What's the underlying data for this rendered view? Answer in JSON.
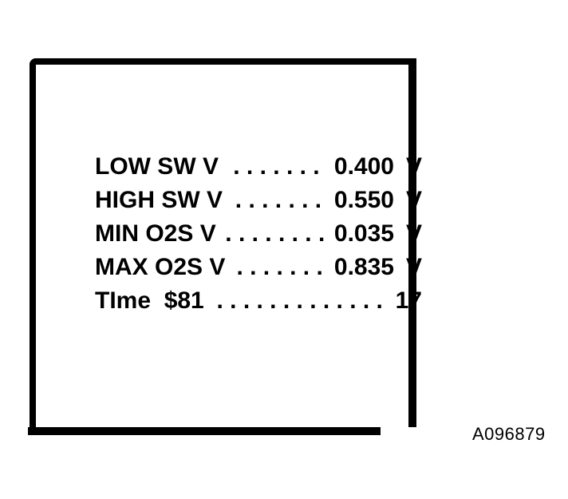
{
  "figure": {
    "code_label": "A096879",
    "colors": {
      "ink": "#000000",
      "background": "#ffffff"
    },
    "display": {
      "rows": [
        {
          "label": "LOW SW V",
          "dots": ". . . . . . .",
          "value": "0.400",
          "unit": "V"
        },
        {
          "label": "HIGH SW V",
          "dots": ". . . . . . .",
          "value": "0.550",
          "unit": "V"
        },
        {
          "label": "MIN O2S V",
          "dots": ". . . . . . . .",
          "value": "0.035",
          "unit": "V"
        },
        {
          "label": "MAX O2S V",
          "dots": ". . . . . . .",
          "value": "0.835",
          "unit": "V"
        },
        {
          "label": "TIme  $81",
          "dots": ". . . . . . . . . . . . .",
          "value": "17",
          "unit": ""
        }
      ]
    }
  }
}
